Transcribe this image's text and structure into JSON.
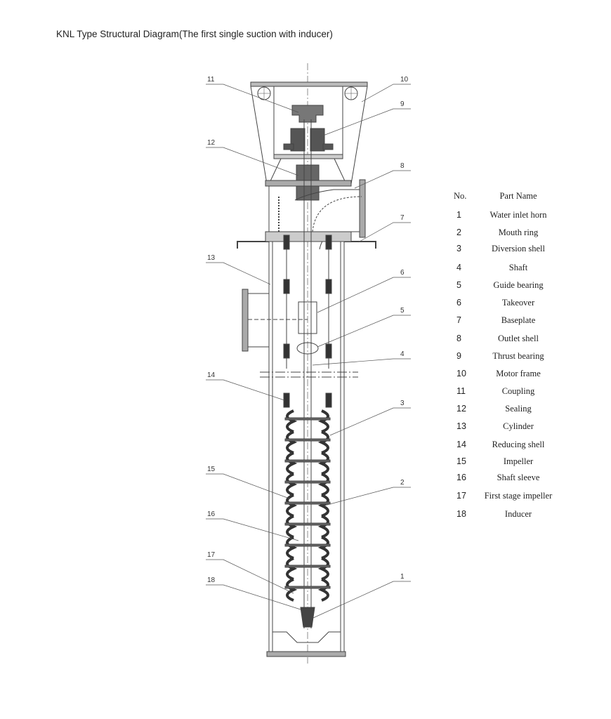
{
  "title": "KNL Type Structural Diagram(The first single suction with inducer)",
  "callouts": {
    "c1": "1",
    "c2": "2",
    "c3": "3",
    "c4": "4",
    "c5": "5",
    "c6": "6",
    "c7": "7",
    "c8": "8",
    "c9": "9",
    "c10": "10",
    "c11": "11",
    "c12": "12",
    "c13": "13",
    "c14": "14",
    "c15": "15",
    "c16": "16",
    "c17": "17",
    "c18": "18"
  },
  "parts_table": {
    "header_no": "No.",
    "header_name": "Part Name",
    "rows": [
      {
        "no": "1",
        "name": "Water inlet horn"
      },
      {
        "no": "2",
        "name": "Mouth ring"
      },
      {
        "no": "3",
        "name": "Diversion shell"
      },
      {
        "no": "4",
        "name": "Shaft"
      },
      {
        "no": "5",
        "name": "Guide bearing"
      },
      {
        "no": "6",
        "name": "Takeover"
      },
      {
        "no": "7",
        "name": "Baseplate"
      },
      {
        "no": "8",
        "name": "Outlet shell"
      },
      {
        "no": "9",
        "name": "Thrust bearing"
      },
      {
        "no": "10",
        "name": "Motor frame"
      },
      {
        "no": "11",
        "name": "Coupling"
      },
      {
        "no": "12",
        "name": "Sealing"
      },
      {
        "no": "13",
        "name": "Cylinder"
      },
      {
        "no": "14",
        "name": "Reducing shell"
      },
      {
        "no": "15",
        "name": "Impeller"
      },
      {
        "no": "16",
        "name": "Shaft sleeve"
      },
      {
        "no": "17",
        "name": "First stage impeller"
      },
      {
        "no": "18",
        "name": "Inducer"
      }
    ]
  }
}
